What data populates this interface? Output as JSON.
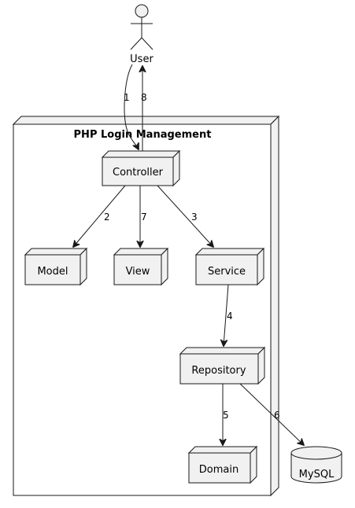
{
  "diagram": {
    "package_title": "PHP Login Management",
    "actor": {
      "name": "User"
    },
    "nodes": {
      "controller": "Controller",
      "model": "Model",
      "view": "View",
      "service": "Service",
      "repository": "Repository",
      "domain": "Domain",
      "database": "MySQL"
    },
    "edges": [
      {
        "from": "User",
        "to": "Controller",
        "label": "1"
      },
      {
        "from": "Controller",
        "to": "Model",
        "label": "2"
      },
      {
        "from": "Controller",
        "to": "Service",
        "label": "3"
      },
      {
        "from": "Service",
        "to": "Repository",
        "label": "4"
      },
      {
        "from": "Repository",
        "to": "Domain",
        "label": "5"
      },
      {
        "from": "Repository",
        "to": "MySQL",
        "label": "6"
      },
      {
        "from": "Controller",
        "to": "View",
        "label": "7"
      },
      {
        "from": "Controller",
        "to": "User",
        "label": "8"
      }
    ]
  }
}
